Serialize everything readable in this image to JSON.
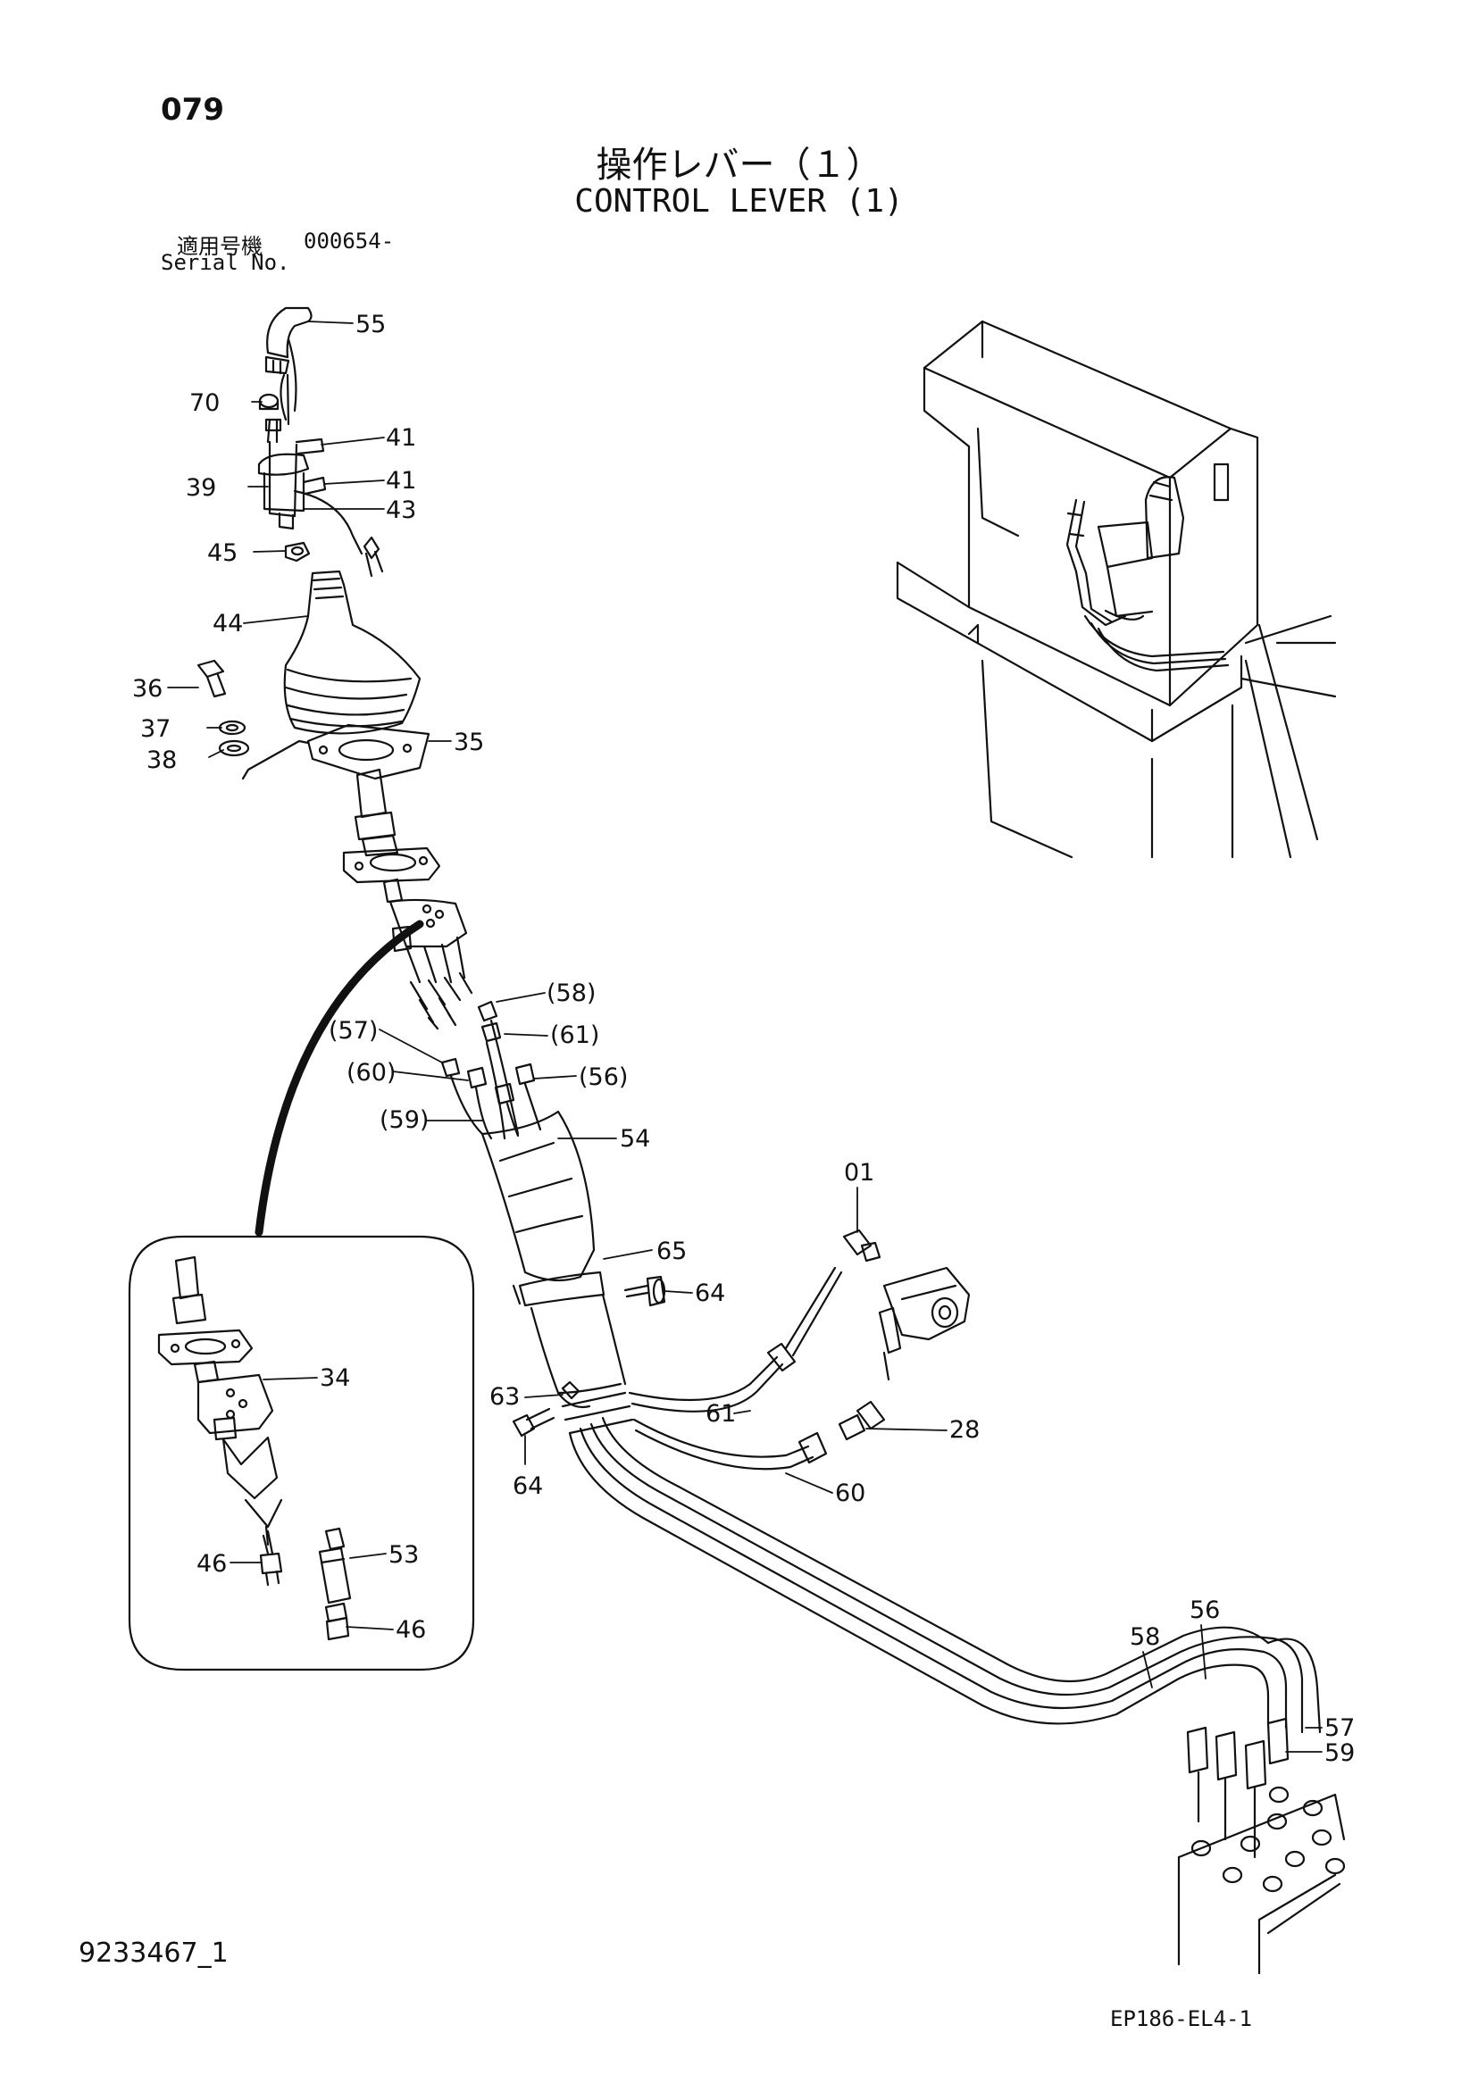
{
  "header": {
    "page_number": "079",
    "title_jp": "操作レバー（１）",
    "title_en": "CONTROL LEVER (1)"
  },
  "serial": {
    "label_jp": "適用号機",
    "label_en": "Serial No.",
    "value": "000654-"
  },
  "footer": {
    "doc_id": "9233467_1",
    "figure_id": "EP186-EL4-1"
  },
  "callouts": {
    "c55": "55",
    "c70": "70",
    "c41a": "41",
    "c39": "39",
    "c41b": "41",
    "c43": "43",
    "c45": "45",
    "c44": "44",
    "c36": "36",
    "c37": "37",
    "c38": "38",
    "c35": "35",
    "c58p": "(58)",
    "c57p": "(57)",
    "c61p": "(61)",
    "c60p": "(60)",
    "c56p": "(56)",
    "c59p": "(59)",
    "c54": "54",
    "c01": "01",
    "c65": "65",
    "c64a": "64",
    "c63": "63",
    "c64b": "64",
    "c61": "61",
    "c28": "28",
    "c60": "60",
    "c34": "34",
    "c53": "53",
    "c46a": "46",
    "c46b": "46",
    "c58": "58",
    "c56": "56",
    "c57": "57",
    "c59": "59"
  },
  "colors": {
    "line": "#111111",
    "background": "#ffffff"
  }
}
